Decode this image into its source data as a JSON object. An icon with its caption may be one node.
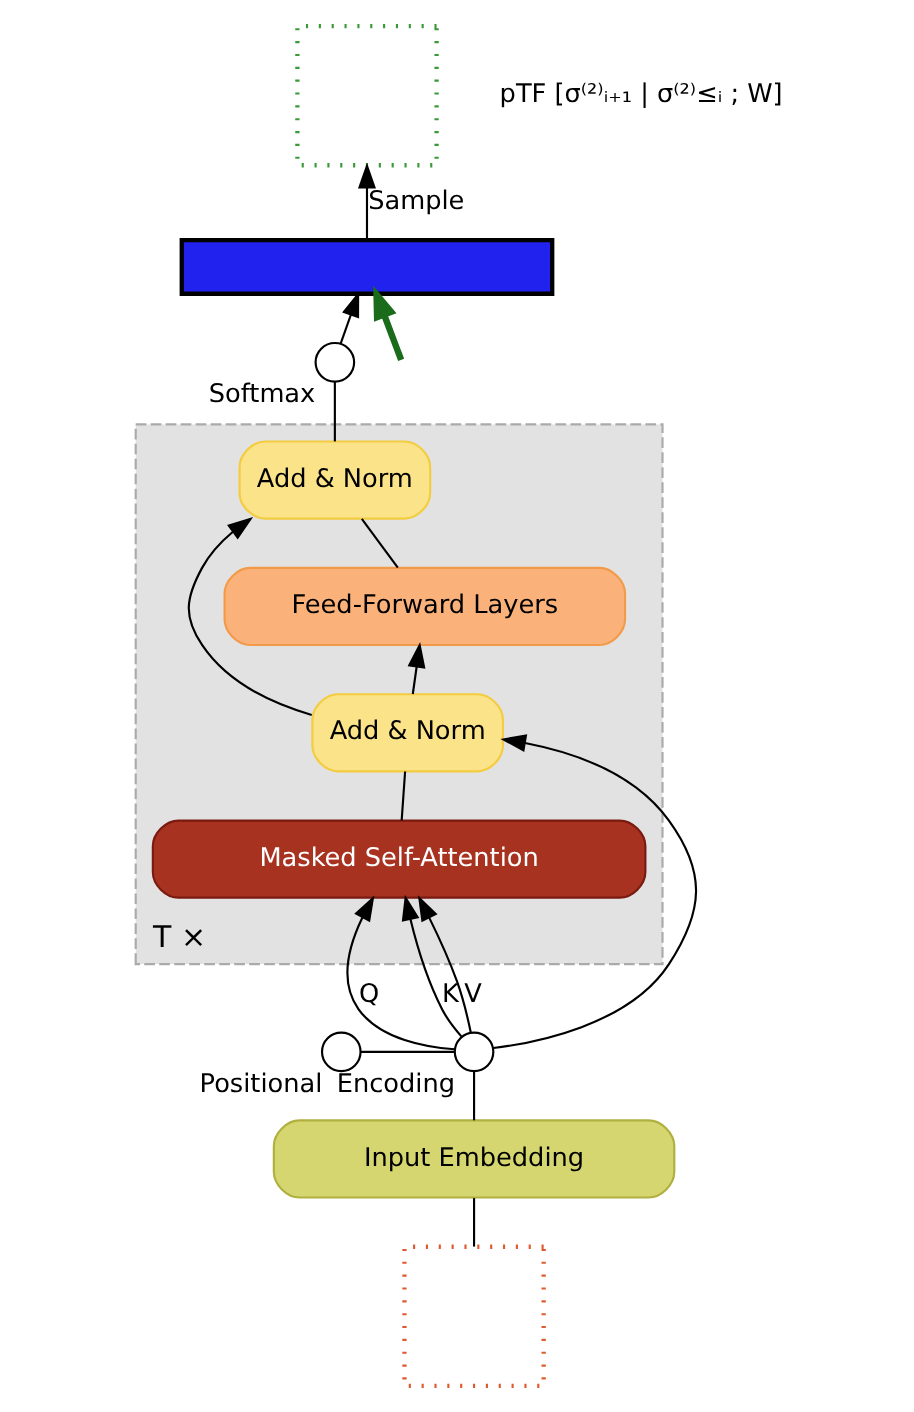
{
  "diagram": {
    "nodes": [
      {
        "text": [],
        "shape": "box"
      },
      {
        "text": [],
        "shape": "bar"
      },
      {
        "text": [],
        "shape": "circle",
        "beside": [
          "Softmax"
        ]
      },
      {
        "text": [
          "T ×"
        ]
      },
      {
        "text": [
          "Add & Norm"
        ],
        "in": 3
      },
      {
        "text": [
          "Feed-Forward Layers"
        ],
        "in": 3
      },
      {
        "text": [
          "Add & Norm"
        ],
        "in": 3
      },
      {
        "text": [
          "Masked Self-Attention"
        ],
        "in": 3
      },
      {
        "text": [],
        "shape": "circle",
        "beside": [
          "Positional"
        ]
      },
      {
        "text": [],
        "shape": "circle",
        "beside": [
          "Encoding"
        ]
      },
      {
        "text": [
          "Input Embedding"
        ]
      },
      {
        "text": [],
        "shape": "box"
      }
    ],
    "edges": [
      {
        "from": 11,
        "to": 10,
        "arrow": "none"
      },
      {
        "from": 10,
        "to": 9,
        "arrow": "none"
      },
      {
        "from": 8,
        "to": 9,
        "arrow": "none"
      },
      {
        "from": 9,
        "to": 7,
        "arrow": "to",
        "label": "Q"
      },
      {
        "from": 9,
        "to": 7,
        "arrow": "to",
        "label": "K"
      },
      {
        "from": 9,
        "to": 7,
        "arrow": "to",
        "label": "V"
      },
      {
        "from": 9,
        "to": 6,
        "arrow": "to"
      },
      {
        "from": 7,
        "to": 6,
        "arrow": "none"
      },
      {
        "from": 6,
        "to": 5,
        "arrow": "to"
      },
      {
        "from": 6,
        "to": 4,
        "arrow": "to"
      },
      {
        "from": 5,
        "to": 4,
        "arrow": "none"
      },
      {
        "from": 4,
        "to": 2,
        "arrow": "none"
      },
      {
        "from": 2,
        "to": 1,
        "arrow": "to"
      },
      {
        "from": 1,
        "to": 0,
        "arrow": "to",
        "label": "Sample"
      },
      {
        "from": null,
        "to": 1,
        "arrow": "to",
        "style": "thick",
        "color": "#1a6b1a"
      }
    ],
    "labels": [
      "pTF [σ⁽²⁾ᵢ₊₁ | σ⁽²⁾≤ᵢ ; W]"
    ]
  }
}
